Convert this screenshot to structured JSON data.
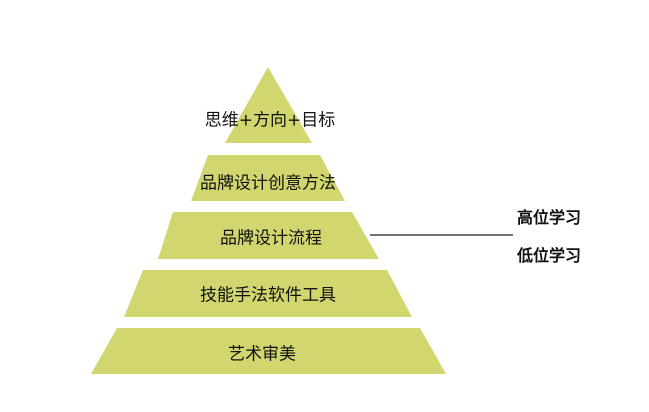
{
  "colors": {
    "fill": "#d1d66e",
    "line": "#222222"
  },
  "levels": [
    {
      "label": "思维+方向+目标"
    },
    {
      "label": "品牌设计创意方法"
    },
    {
      "label": "品牌设计流程"
    },
    {
      "label": "技能手法软件工具"
    },
    {
      "label": "艺术审美"
    }
  ],
  "divider": {
    "upper_label": "高位学习",
    "lower_label": "低位学习"
  }
}
